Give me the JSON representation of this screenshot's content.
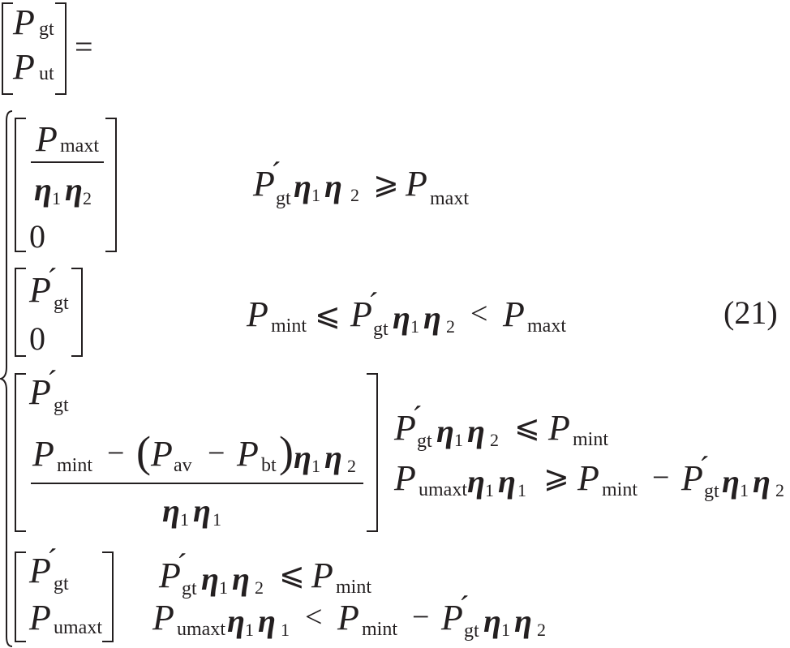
{
  "equation": {
    "lhs": {
      "var": "P",
      "top_sub": "gt",
      "bottom_sub": "ut",
      "equals": "="
    },
    "number": "(21)",
    "case1": {
      "num_var": "P",
      "num_sub": "maxt",
      "den": "η1η2",
      "zero": "0",
      "condition": "P'gt η1η2 ⩾ Pmaxt"
    },
    "case2": {
      "top": "P'gt",
      "zero": "0",
      "condition": "Pmint ⩽ P'gt η1η2 < Pmaxt"
    },
    "case3": {
      "top": "P'gt",
      "fraction_num": "Pmint − (Pav − Pbt) η1η2",
      "fraction_den": "η1η1",
      "condition1": "P'gt η1η2 ⩽ Pmint",
      "condition2": "Pumaxt η1η1 ⩾ Pmint − P'gt η1η2"
    },
    "case4": {
      "top": "P'gt",
      "bottom": "Pumaxt",
      "condition1": "P'gt η1η2 ⩽ Pmint",
      "condition2": "Pumaxt η1η1 < Pmint − P'gt η1η2"
    },
    "symbols": {
      "P": "P",
      "eta": "η",
      "one": "1",
      "two": "2",
      "prime": "´",
      "geq": "⩾",
      "leq": "⩽",
      "lt": "<",
      "minus": "−",
      "lparen": "(",
      "rparen": ")",
      "gt": "gt",
      "ut": "ut",
      "maxt": "maxt",
      "mint": "mint",
      "umaxt": "umaxt",
      "av": "av",
      "bt": "bt"
    }
  }
}
